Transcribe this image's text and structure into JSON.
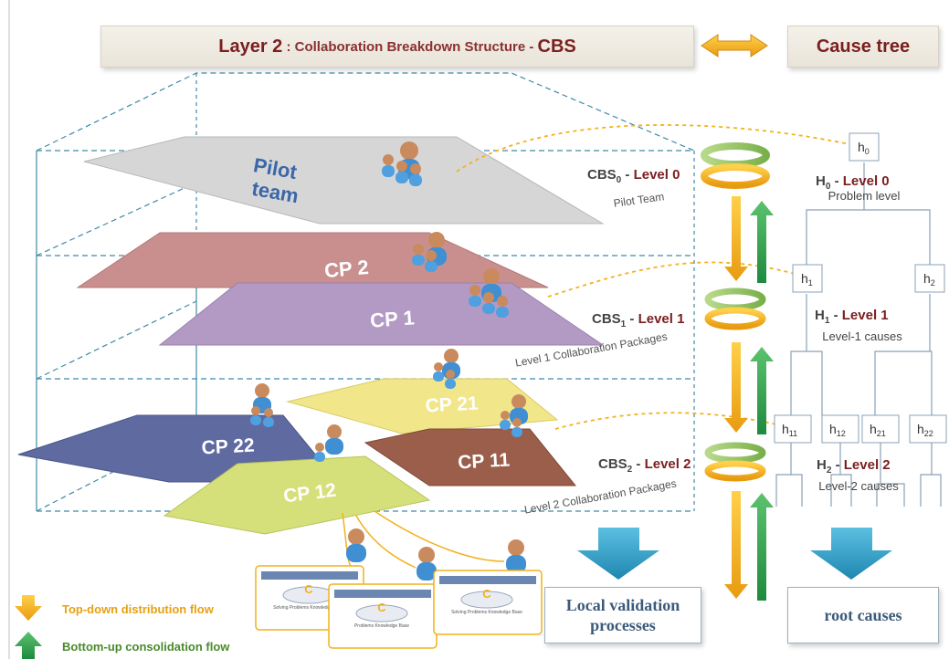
{
  "header": {
    "layer_prefix": "Layer 2",
    "layer_middle": " : Collaboration Breakdown Structure - ",
    "layer_suffix": "CBS",
    "cause_tree": "Cause tree"
  },
  "planes": {
    "pilot_line1": "Pilot",
    "pilot_line2": "team",
    "cp2": "CP 2",
    "cp1": "CP 1",
    "cp21": "CP 21",
    "cp22": "CP 22",
    "cp11": "CP 11",
    "cp12": "CP 12"
  },
  "cbs_levels": [
    {
      "base": "CBS",
      "sub": "0",
      "dash": " - ",
      "level": "Level 0",
      "caption": "Pilot Team"
    },
    {
      "base": "CBS",
      "sub": "1",
      "dash": " - ",
      "level": "Level 1",
      "caption": "Level 1 Collaboration Packages"
    },
    {
      "base": "CBS",
      "sub": "2",
      "dash": " - ",
      "level": "Level 2",
      "caption": "Level 2 Collaboration Packages"
    }
  ],
  "tree_levels": [
    {
      "base": "H",
      "sub": "0",
      "dash": " - ",
      "level": "Level 0",
      "caption": "Problem level"
    },
    {
      "base": "H",
      "sub": "1",
      "dash": " - ",
      "level": "Level 1",
      "caption": "Level-1 causes"
    },
    {
      "base": "H",
      "sub": "2",
      "dash": " - ",
      "level": "Level 2",
      "caption": "Level-2 causes"
    }
  ],
  "nodes": {
    "h0": {
      "base": "h",
      "sub": "0"
    },
    "h1": {
      "base": "h",
      "sub": "1"
    },
    "h2": {
      "base": "h",
      "sub": "2"
    },
    "h11": {
      "base": "h",
      "sub": "11"
    },
    "h12": {
      "base": "h",
      "sub": "12"
    },
    "h21": {
      "base": "h",
      "sub": "21"
    },
    "h22": {
      "base": "h",
      "sub": "22"
    }
  },
  "outputs": {
    "local_validation": "Local validation processes",
    "root_causes": "root causes"
  },
  "knowledge_base": {
    "title": "Solving Problems Knowledge Base",
    "title_short": "Problems Knowledge Base"
  },
  "legend": {
    "top_down": "Top-down distribution flow",
    "bottom_up": "Bottom-up consolidation flow"
  },
  "colors": {
    "dark_red": "#7a1e1e",
    "orange": "#f2b21c",
    "green": "#2f9e4e",
    "teal_arrow": "#3aa3c9"
  }
}
